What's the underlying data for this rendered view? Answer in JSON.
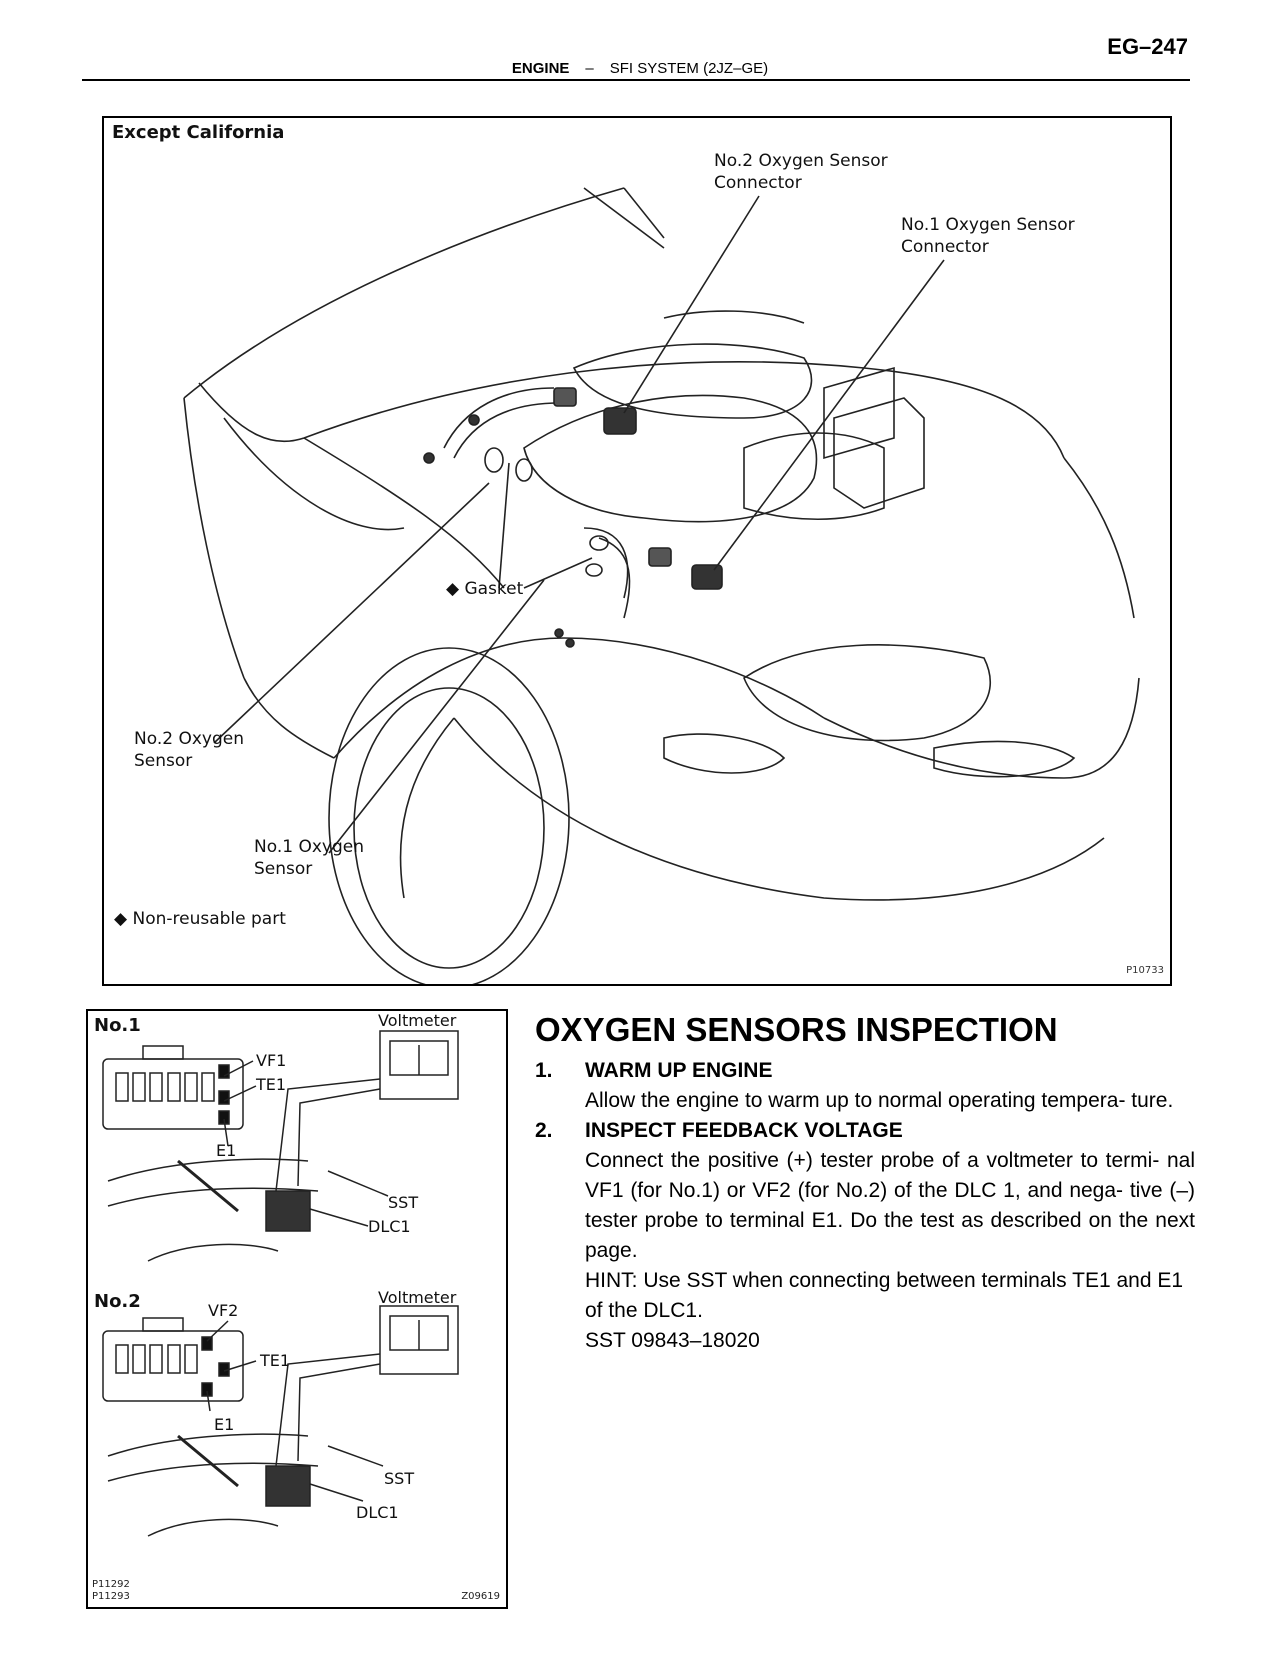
{
  "header": {
    "page_number": "EG–247",
    "section": "ENGINE",
    "separator": "–",
    "subsection": "SFI SYSTEM (2JZ–GE)"
  },
  "figure_top": {
    "title": "Except California",
    "no2_sensor_connector_line1": "No.2 Oxygen Sensor",
    "no2_sensor_connector_line2": "Connector",
    "no1_sensor_connector_line1": "No.1 Oxygen Sensor",
    "no1_sensor_connector_line2": "Connector",
    "gasket": "Gasket",
    "no2_sensor_line1": "No.2 Oxygen",
    "no2_sensor_line2": "Sensor",
    "no1_sensor_line1": "No.1 Oxygen",
    "no1_sensor_line2": "Sensor",
    "legend": "Non-reusable part",
    "code": "P10733"
  },
  "figure_bottom": {
    "no1": "No.1",
    "no2": "No.2",
    "voltmeter": "Voltmeter",
    "vf1": "VF1",
    "vf2": "VF2",
    "te1": "TE1",
    "e1": "E1",
    "sst": "SST",
    "dlc1": "DLC1",
    "code1": "P11292",
    "code2": "P11293",
    "code3": "Z09619"
  },
  "content": {
    "heading": "OXYGEN SENSORS INSPECTION",
    "steps": [
      {
        "num": "1.",
        "title": "WARM UP ENGINE",
        "body": "Allow the engine to warm up to normal operating tempera- ture."
      },
      {
        "num": "2.",
        "title": "INSPECT FEEDBACK VOLTAGE",
        "body": "Connect the positive (+) tester probe of a voltmeter to termi- nal VF1 (for No.1) or VF2 (for No.2) of the DLC 1, and nega- tive (–) tester probe to terminal E1. Do the test as described on the next page.",
        "hint": "HINT: Use SST when connecting between terminals TE1 and E1 of the DLC1.",
        "sst": "SST  09843–18020"
      }
    ]
  }
}
